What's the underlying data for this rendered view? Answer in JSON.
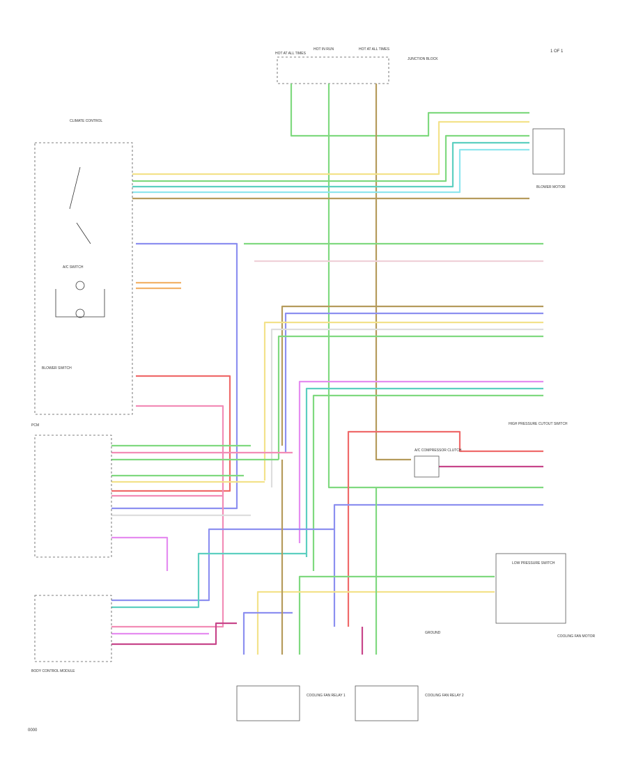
{
  "page_label": "1 OF 1",
  "footer_code": "0000",
  "fuses": {
    "f1": "HOT AT ALL TIMES",
    "f2": "HOT IN RUN",
    "f3": "HOT AT ALL TIMES",
    "junction": "JUNCTION BLOCK"
  },
  "components": {
    "blower_motor": "BLOWER MOTOR",
    "ac_control": "A/C SWITCH",
    "blower_switch": "BLOWER SWITCH",
    "control_head": "CLIMATE CONTROL",
    "pcm": "PCM",
    "bcm": "BODY CONTROL MODULE",
    "compressor": "A/C COMPRESSOR CLUTCH",
    "pressure_switch": "HIGH PRESSURE CUTOUT SWITCH",
    "low_pressure": "LOW PRESSURE SWITCH",
    "fan_relay_1": "COOLING FAN RELAY 1",
    "fan_relay_2": "COOLING FAN RELAY 2",
    "cooling_fan": "COOLING FAN MOTOR",
    "ground": "GROUND"
  },
  "wire_colors": {
    "green": "#7fd97f",
    "yellow": "#f3e28a",
    "orange": "#f2b268",
    "cyan": "#8fe6ee",
    "blue": "#8c8ff0",
    "pink": "#f28cb6",
    "red": "#ef6a6a",
    "magenta": "#e58cf0",
    "tan": "#b59b5c",
    "grey": "#bdbdbd",
    "teal": "#5ccfc0"
  }
}
